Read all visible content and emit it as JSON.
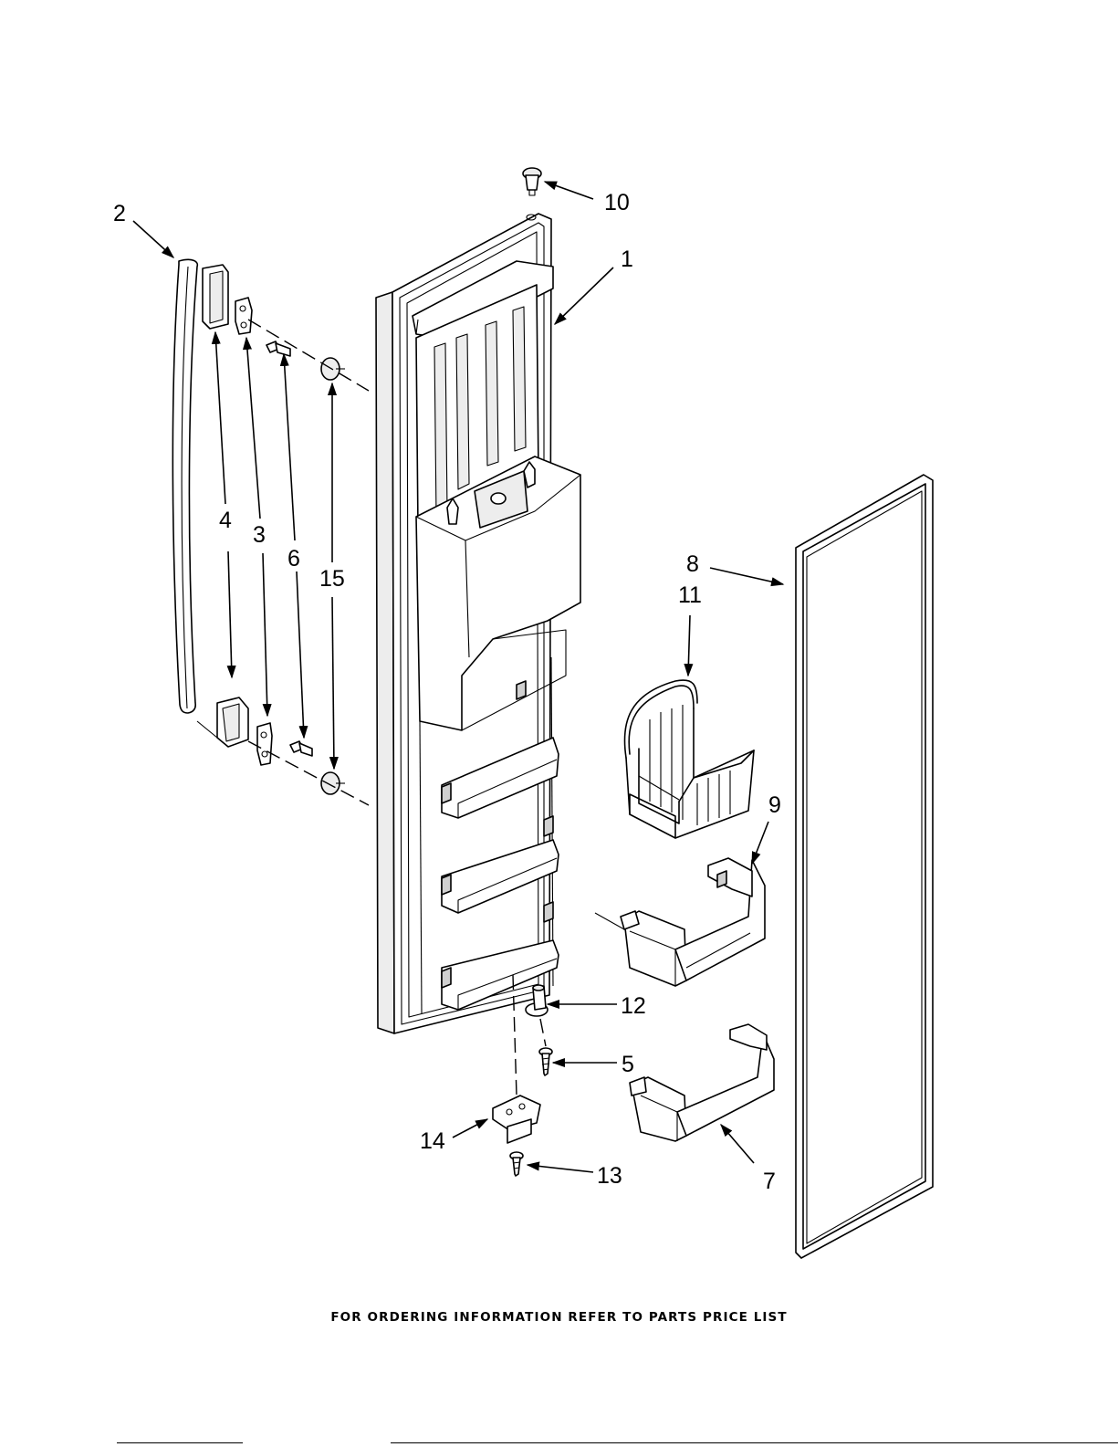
{
  "footer": {
    "text": "FOR ORDERING INFORMATION REFER TO PARTS PRICE LIST"
  },
  "callouts": [
    {
      "id": "1",
      "label": "1"
    },
    {
      "id": "2",
      "label": "2"
    },
    {
      "id": "3",
      "label": "3"
    },
    {
      "id": "4",
      "label": "4"
    },
    {
      "id": "5",
      "label": "5"
    },
    {
      "id": "6",
      "label": "6"
    },
    {
      "id": "7",
      "label": "7"
    },
    {
      "id": "8",
      "label": "8"
    },
    {
      "id": "9",
      "label": "9"
    },
    {
      "id": "10",
      "label": "10"
    },
    {
      "id": "11",
      "label": "11"
    },
    {
      "id": "12",
      "label": "12"
    },
    {
      "id": "13",
      "label": "13"
    },
    {
      "id": "14",
      "label": "14"
    },
    {
      "id": "15",
      "label": "15"
    }
  ]
}
